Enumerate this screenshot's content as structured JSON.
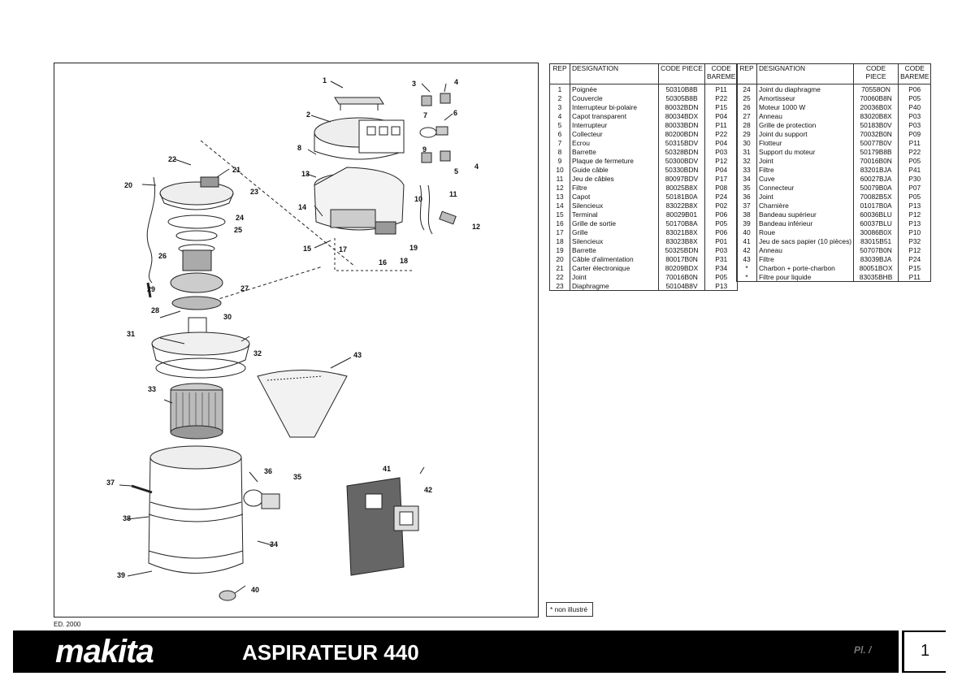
{
  "edition": "ED. 2000",
  "footer": {
    "brand": "makita",
    "product": "ASPIRATEUR 440",
    "plate_label": "Pl. /",
    "page_number": "1"
  },
  "note": "* non illustré",
  "table_headers": {
    "rep": "REP",
    "designation": "DESIGNATION",
    "code_piece": "CODE PIECE",
    "code_bareme": "CODE BAREME"
  },
  "parts_left": [
    {
      "rep": "1",
      "designation": "Poignée",
      "code": "50310B8B",
      "bareme": "P11"
    },
    {
      "rep": "2",
      "designation": "Couvercle",
      "code": "50305B8B",
      "bareme": "P22"
    },
    {
      "rep": "3",
      "designation": "Interrupteur bi-polaire",
      "code": "80032BDN",
      "bareme": "P15"
    },
    {
      "rep": "4",
      "designation": "Capot transparent",
      "code": "80034BDX",
      "bareme": "P04"
    },
    {
      "rep": "5",
      "designation": "Interrupteur",
      "code": "80033BDN",
      "bareme": "P11"
    },
    {
      "rep": "6",
      "designation": "Collecteur",
      "code": "80200BDN",
      "bareme": "P22"
    },
    {
      "rep": "7",
      "designation": "Ecrou",
      "code": "50315BDV",
      "bareme": "P04"
    },
    {
      "rep": "8",
      "designation": "Barrette",
      "code": "50328BDN",
      "bareme": "P03"
    },
    {
      "rep": "9",
      "designation": "Plaque de fermeture",
      "code": "50300BDV",
      "bareme": "P12"
    },
    {
      "rep": "10",
      "designation": "Guide câble",
      "code": "50330BDN",
      "bareme": "P04"
    },
    {
      "rep": "11",
      "designation": "Jeu de câbles",
      "code": "80097BDV",
      "bareme": "P17"
    },
    {
      "rep": "12",
      "designation": "Filtre",
      "code": "80025B8X",
      "bareme": "P08"
    },
    {
      "rep": "13",
      "designation": "Capot",
      "code": "50181B0A",
      "bareme": "P24"
    },
    {
      "rep": "14",
      "designation": "Silencieux",
      "code": "83022B8X",
      "bareme": "P02"
    },
    {
      "rep": "15",
      "designation": "Terminal",
      "code": "80029B01",
      "bareme": "P06"
    },
    {
      "rep": "16",
      "designation": "Grille de sortie",
      "code": "50170B8A",
      "bareme": "P05"
    },
    {
      "rep": "17",
      "designation": "Grille",
      "code": "83021B8X",
      "bareme": "P06"
    },
    {
      "rep": "18",
      "designation": "Silencieux",
      "code": "83023B8X",
      "bareme": "P01"
    },
    {
      "rep": "19",
      "designation": "Barrette",
      "code": "50325BDN",
      "bareme": "P03"
    },
    {
      "rep": "20",
      "designation": "Câble d'alimentation",
      "code": "80017B0N",
      "bareme": "P31"
    },
    {
      "rep": "21",
      "designation": "Carter électronique",
      "code": "80209BDX",
      "bareme": "P34"
    },
    {
      "rep": "22",
      "designation": "Joint",
      "code": "70016B0N",
      "bareme": "P05"
    },
    {
      "rep": "23",
      "designation": "Diaphragme",
      "code": "50104B8V",
      "bareme": "P13"
    }
  ],
  "parts_right": [
    {
      "rep": "24",
      "designation": "Joint du diaphragme",
      "code": "70558ON",
      "bareme": "P06"
    },
    {
      "rep": "25",
      "designation": "Amortisseur",
      "code": "70060B8N",
      "bareme": "P05"
    },
    {
      "rep": "26",
      "designation": "Moteur 1000 W",
      "code": "20036B0X",
      "bareme": "P40"
    },
    {
      "rep": "27",
      "designation": "Anneau",
      "code": "83020B8X",
      "bareme": "P03"
    },
    {
      "rep": "28",
      "designation": "Grille de protection",
      "code": "50183B0V",
      "bareme": "P03"
    },
    {
      "rep": "29",
      "designation": "Joint du support",
      "code": "70032B0N",
      "bareme": "P09"
    },
    {
      "rep": "30",
      "designation": "Flotteur",
      "code": "50077B0V",
      "bareme": "P11"
    },
    {
      "rep": "31",
      "designation": "Support du moteur",
      "code": "50179B8B",
      "bareme": "P22"
    },
    {
      "rep": "32",
      "designation": "Joint",
      "code": "70016B0N",
      "bareme": "P05"
    },
    {
      "rep": "33",
      "designation": "Filtre",
      "code": "83201BJA",
      "bareme": "P41"
    },
    {
      "rep": "34",
      "designation": "Cuve",
      "code": "60027BJA",
      "bareme": "P30"
    },
    {
      "rep": "35",
      "designation": "Connecteur",
      "code": "50079B0A",
      "bareme": "P07"
    },
    {
      "rep": "36",
      "designation": "Joint",
      "code": "70082B5X",
      "bareme": "P05"
    },
    {
      "rep": "37",
      "designation": "Charnière",
      "code": "01017B0A",
      "bareme": "P13"
    },
    {
      "rep": "38",
      "designation": "Bandeau supérieur",
      "code": "60036BLU",
      "bareme": "P12"
    },
    {
      "rep": "39",
      "designation": "Bandeau inférieur",
      "code": "60037BLU",
      "bareme": "P13"
    },
    {
      "rep": "40",
      "designation": "Roue",
      "code": "30086B0X",
      "bareme": "P10"
    },
    {
      "rep": "41",
      "designation": "Jeu de sacs papier (10 pièces)",
      "code": "83015B51",
      "bareme": "P32"
    },
    {
      "rep": "42",
      "designation": "Anneau",
      "code": "50707B0N",
      "bareme": "P12"
    },
    {
      "rep": "43",
      "designation": "Filtre",
      "code": "83039BJA",
      "bareme": "P24"
    },
    {
      "rep": "*",
      "designation": "Charbon + porte-charbon",
      "code": "80051BOX",
      "bareme": "P15"
    },
    {
      "rep": "*",
      "designation": "Filtre pour liquide",
      "code": "83035BHB",
      "bareme": "P11"
    }
  ],
  "callouts": [
    "1",
    "2",
    "3",
    "4",
    "5",
    "6",
    "7",
    "8",
    "9",
    "10",
    "11",
    "12",
    "13",
    "14",
    "15",
    "16",
    "17",
    "18",
    "19",
    "20",
    "21",
    "22",
    "23",
    "24",
    "25",
    "26",
    "27",
    "28",
    "29",
    "30",
    "31",
    "32",
    "33",
    "34",
    "35",
    "36",
    "37",
    "38",
    "39",
    "40",
    "41",
    "42",
    "43",
    "4"
  ]
}
